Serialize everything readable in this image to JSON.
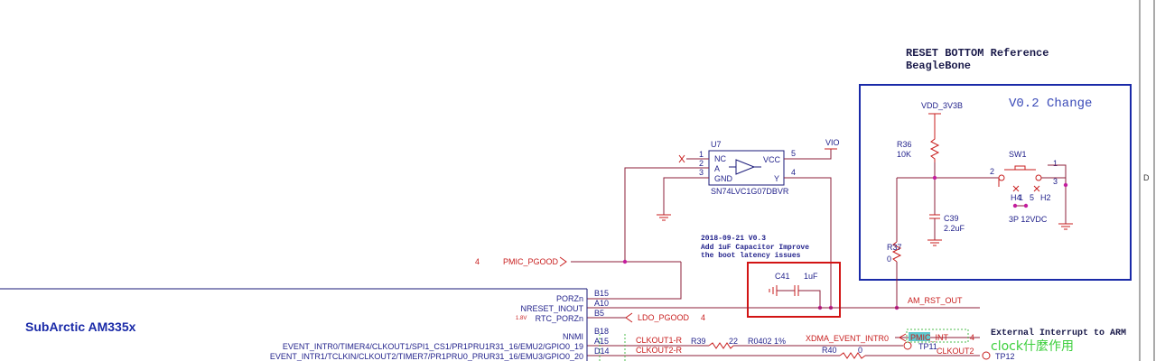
{
  "reset_block": {
    "title_line1": "RESET BOTTOM Reference",
    "title_line2": "BeagleBone",
    "version_note": "V0.2 Change",
    "vdd": "VDD_3V3B",
    "r36_ref": "R36",
    "r36_val": "10K",
    "c39_ref": "C39",
    "c39_val": "2.2uF",
    "r37_ref": "R37",
    "r37_val": "0",
    "sw_ref": "SW1",
    "sw_desc": "3P 12VDC",
    "sw_pin1": "1",
    "sw_pin2": "2",
    "sw_pin3": "3",
    "sw_h4": "H4",
    "sw_h5": "5",
    "sw_h2": "H2",
    "sw_pin_h1": "1"
  },
  "u7": {
    "ref": "U7",
    "part": "SN74LVC1G07DBVR",
    "pin_nc": "NC",
    "pin_a": "A",
    "pin_gnd": "GND",
    "pin_vcc": "VCC",
    "pin_y": "Y",
    "n1": "1",
    "n2": "2",
    "n3": "3",
    "n4": "4",
    "n5": "5",
    "vio": "VIO"
  },
  "note_c41": {
    "line1": "2018-09-21 V0.3",
    "line2": "Add 1uF Capacitor Improve",
    "line3": "the boot latency issues",
    "c41_ref": "C41",
    "c41_val": "1uF"
  },
  "nets": {
    "pmic_pgood": "PMIC_PGOOD",
    "pmic_pgood_num": "4",
    "ldo_pgood": "LDO_PGOOD",
    "ldo_pgood_num": "4",
    "am_rst_out": "AM_RST_OUT",
    "xdma": "XDMA_EVENT_INTR0",
    "clkout1r": "CLKOUT1-R",
    "clkout2r": "CLKOUT2-R",
    "r39_ref": "R39",
    "r39_val": "22",
    "r39_pkg": "R0402 1%",
    "r40_ref": "R40",
    "r40_val": "0",
    "pmic_int": "PMIC_INT",
    "pmic_int_num": "4",
    "clkout2": "CLKOUT2",
    "tp11": "TP11",
    "tp12": "TP12"
  },
  "soc": {
    "title": "SubArctic AM335x",
    "pins": [
      {
        "name": "PORZn",
        "ball": "B15"
      },
      {
        "name": "NRESET_INOUT",
        "ball": "A10"
      },
      {
        "name": "RTC_PORZn",
        "ball": "B5"
      },
      {
        "name": "NNMI",
        "ball": "B18"
      },
      {
        "name": "EVENT_INTR0/TIMER4/CLKOUT1/SPI1_CS1/PR1PRU1R31_16/EMU2/GPIO0_19",
        "ball": "A15"
      },
      {
        "name": "EVENT_INTR1/TCLKIN/CLKOUT2/TIMER7/PR1PRU0_PRUR31_16/EMU3/GPIO0_20",
        "ball": "D14"
      }
    ],
    "rtc_voltage": "1.8V"
  },
  "annotations": {
    "ext_irq": "External Interrupt to ARM",
    "clock_q": "clock什麼作用",
    "border_letter": "D"
  }
}
